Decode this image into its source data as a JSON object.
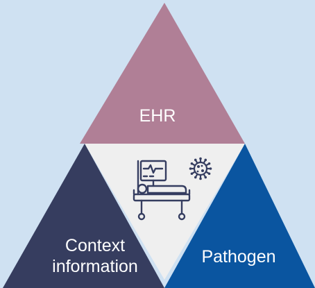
{
  "colors": {
    "background": "#cfe1f2",
    "top_triangle": "#b07f96",
    "left_triangle": "#363d5f",
    "right_triangle": "#0a55a0",
    "center_triangle": "#efefef",
    "icon": "#353d60"
  },
  "labels": {
    "top": "EHR",
    "left_line1": "Context",
    "left_line2": "information",
    "right": "Pathogen"
  },
  "icons": {
    "center": "patient-bed-monitor-icon",
    "pathogen": "virus-icon"
  }
}
